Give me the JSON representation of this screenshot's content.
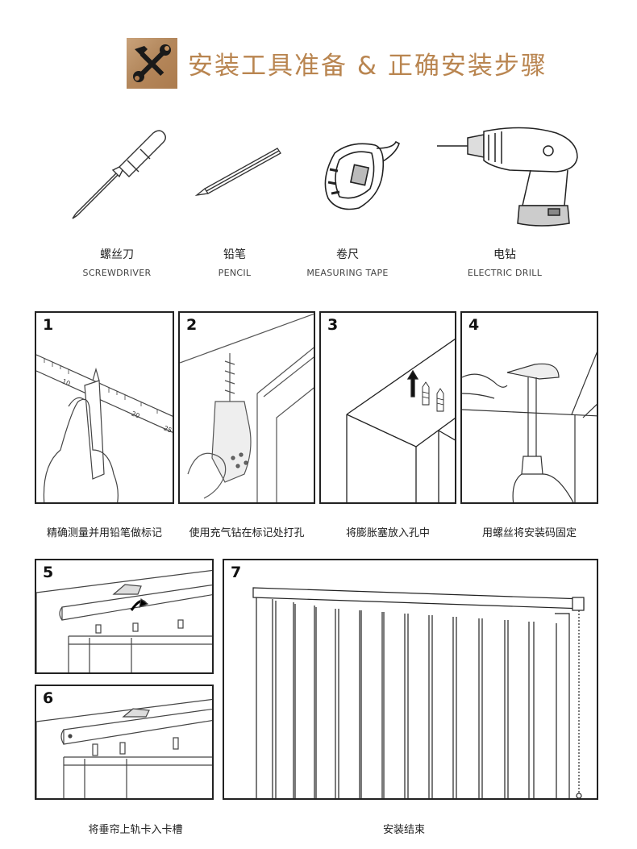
{
  "header": {
    "title": "安装工具准备 & 正确安装步骤",
    "logo_icon": "tools-icon",
    "accent_color": "#b98550"
  },
  "tools": [
    {
      "name_cn": "螺丝刀",
      "name_en": "SCREWDRIVER",
      "icon": "screwdriver-icon"
    },
    {
      "name_cn": "铅笔",
      "name_en": "PENCIL",
      "icon": "pencil-icon"
    },
    {
      "name_cn": "卷尺",
      "name_en": "MEASURING TAPE",
      "icon": "measuring-tape-icon"
    },
    {
      "name_cn": "电钻",
      "name_en": "ELECTRIC DRILL",
      "icon": "electric-drill-icon"
    }
  ],
  "steps": [
    {
      "number": "1",
      "caption": "精确测量并用铅笔做标记"
    },
    {
      "number": "2",
      "caption": "使用充气钻在标记处打孔"
    },
    {
      "number": "3",
      "caption": "将膨胀塞放入孔中"
    },
    {
      "number": "4",
      "caption": "用螺丝将安装码固定"
    },
    {
      "number": "5"
    },
    {
      "number": "6"
    },
    {
      "number": "7"
    }
  ],
  "captions": {
    "steps_5_6": "将垂帘上轨卡入卡槽",
    "step_7": "安装结束"
  },
  "ruler_labels": [
    "10",
    "20",
    "25"
  ]
}
